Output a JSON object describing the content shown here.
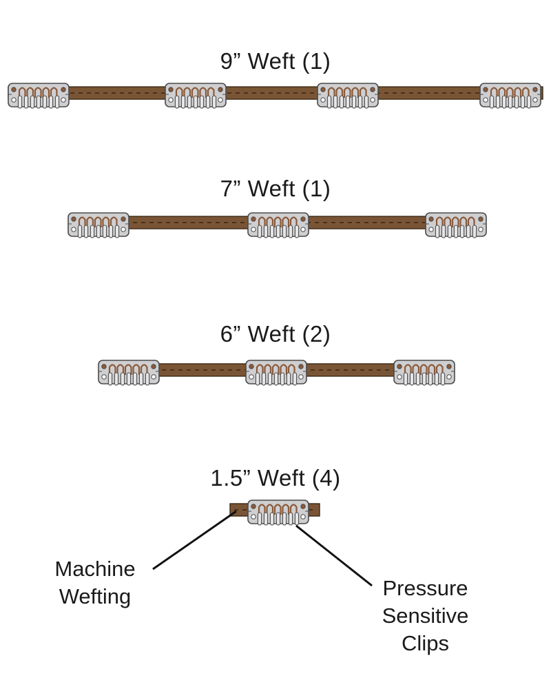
{
  "wefts": [
    {
      "label": "9” Weft (1)",
      "clips": 4
    },
    {
      "label": "7” Weft (1)",
      "clips": 3
    },
    {
      "label": "6” Weft (2)",
      "clips": 3
    },
    {
      "label": "1.5” Weft (4)",
      "clips": 1
    }
  ],
  "annotations": {
    "machine_wefting": [
      "Machine",
      "Wefting"
    ],
    "pressure_sensitive_clips": [
      "Pressure",
      "Sensitive",
      "Clips"
    ]
  },
  "colors": {
    "weft": "#7a5535",
    "weft_outline": "#3a2816",
    "stitch": "#2b1a0c",
    "clip_fill": "#cfcfd1",
    "clip_outline": "#4a4a4a",
    "clip_inner": "#8a5a3a",
    "leader": "#111111"
  }
}
